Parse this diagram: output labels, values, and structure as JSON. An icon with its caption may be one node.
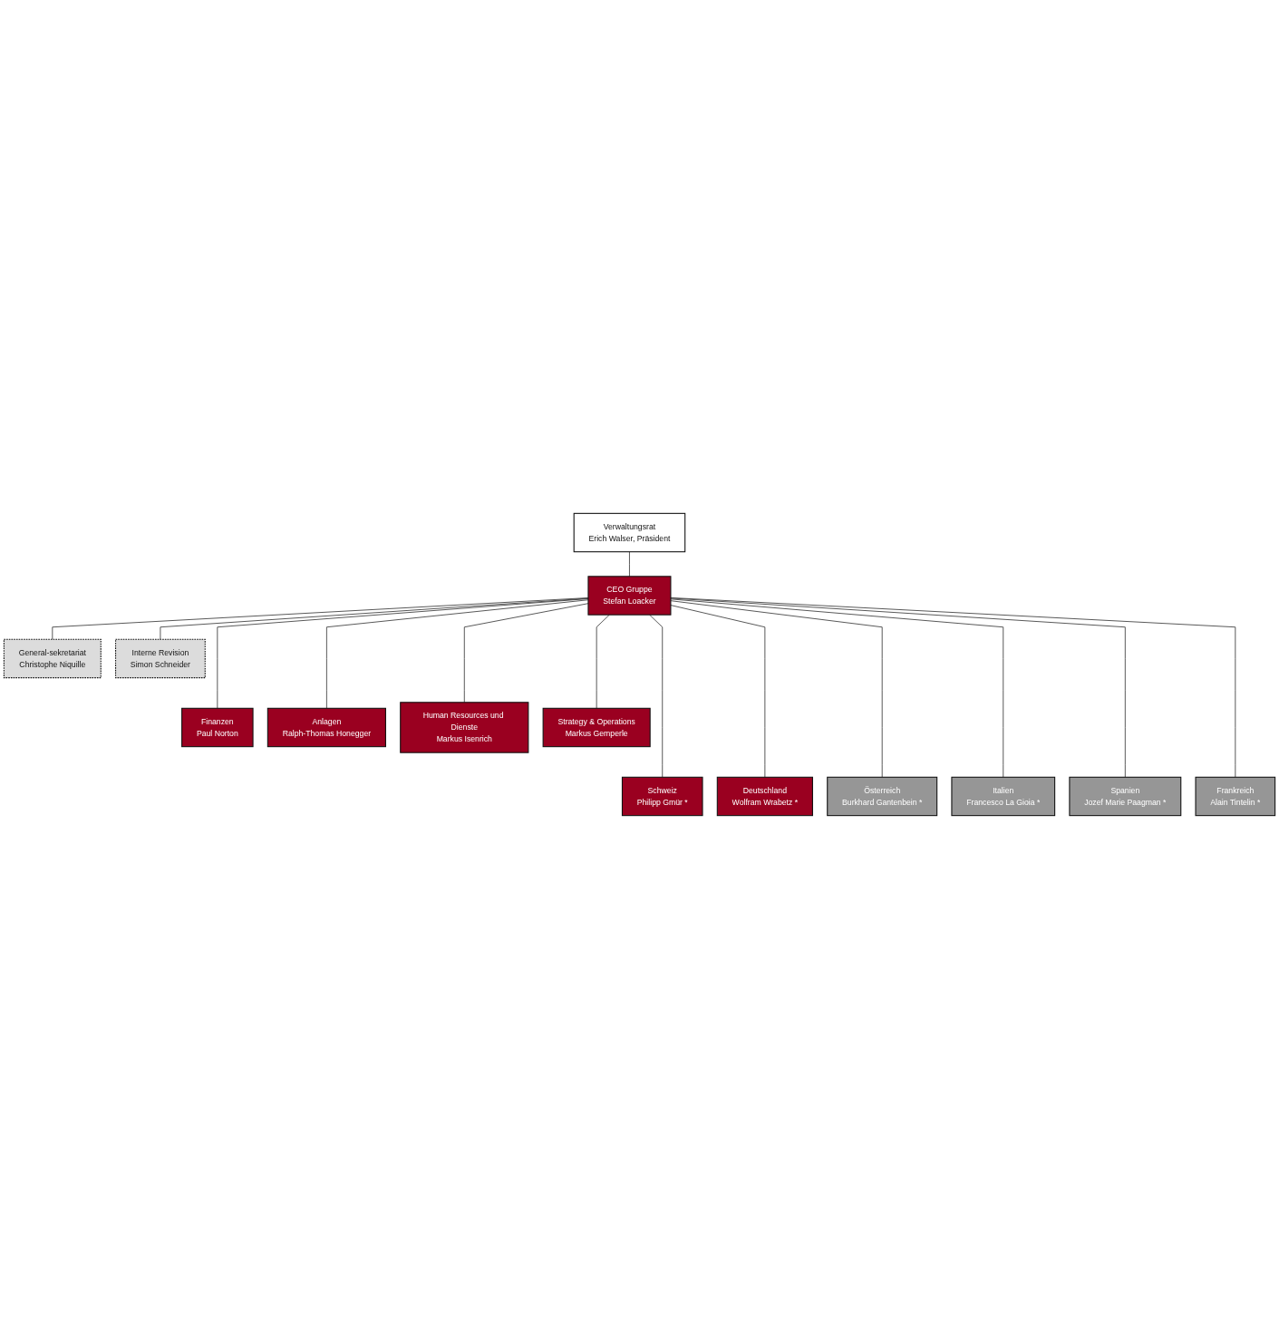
{
  "diagram": {
    "nodes": [
      {
        "text": [
          "Verwaltungsrat",
          "Erich Walser, Präsident"
        ]
      },
      {
        "text": [
          "CEO Gruppe",
          "Stefan Loacker"
        ]
      },
      {
        "text": [
          "General-sekretariat",
          "Christophe Niquille"
        ]
      },
      {
        "text": [
          "Interne Revision",
          "Simon Schneider"
        ]
      },
      {
        "text": [
          "Finanzen",
          "Paul Norton"
        ]
      },
      {
        "text": [
          "Anlagen",
          "Ralph-Thomas Honegger"
        ]
      },
      {
        "text": [
          "Human Resources und Dienste",
          "Markus Isenrich"
        ]
      },
      {
        "text": [
          "Strategy & Operations",
          "Markus Gemperle"
        ]
      },
      {
        "text": [
          "Schweiz",
          "Philipp Gmür *"
        ]
      },
      {
        "text": [
          "Deutschland",
          "Wolfram Wrabetz *"
        ]
      },
      {
        "text": [
          "Österreich",
          "Burkhard Gantenbein *"
        ]
      },
      {
        "text": [
          "Italien",
          "Francesco La Gioia *"
        ]
      },
      {
        "text": [
          "Spanien",
          "Jozef Marie Paagman *"
        ]
      },
      {
        "text": [
          "Frankreich",
          "Alain Tintelin *"
        ]
      }
    ],
    "edges": [
      {
        "from": 0,
        "to": 1,
        "arrow": "none"
      },
      {
        "from": 1,
        "to": 2,
        "arrow": "none"
      },
      {
        "from": 1,
        "to": 3,
        "arrow": "none"
      },
      {
        "from": 1,
        "to": 4,
        "arrow": "none"
      },
      {
        "from": 1,
        "to": 5,
        "arrow": "none"
      },
      {
        "from": 1,
        "to": 6,
        "arrow": "none"
      },
      {
        "from": 1,
        "to": 7,
        "arrow": "none"
      },
      {
        "from": 1,
        "to": 8,
        "arrow": "none"
      },
      {
        "from": 1,
        "to": 9,
        "arrow": "none"
      },
      {
        "from": 1,
        "to": 10,
        "arrow": "none"
      },
      {
        "from": 1,
        "to": 11,
        "arrow": "none"
      },
      {
        "from": 1,
        "to": 12,
        "arrow": "none"
      },
      {
        "from": 1,
        "to": 13,
        "arrow": "none"
      }
    ]
  }
}
